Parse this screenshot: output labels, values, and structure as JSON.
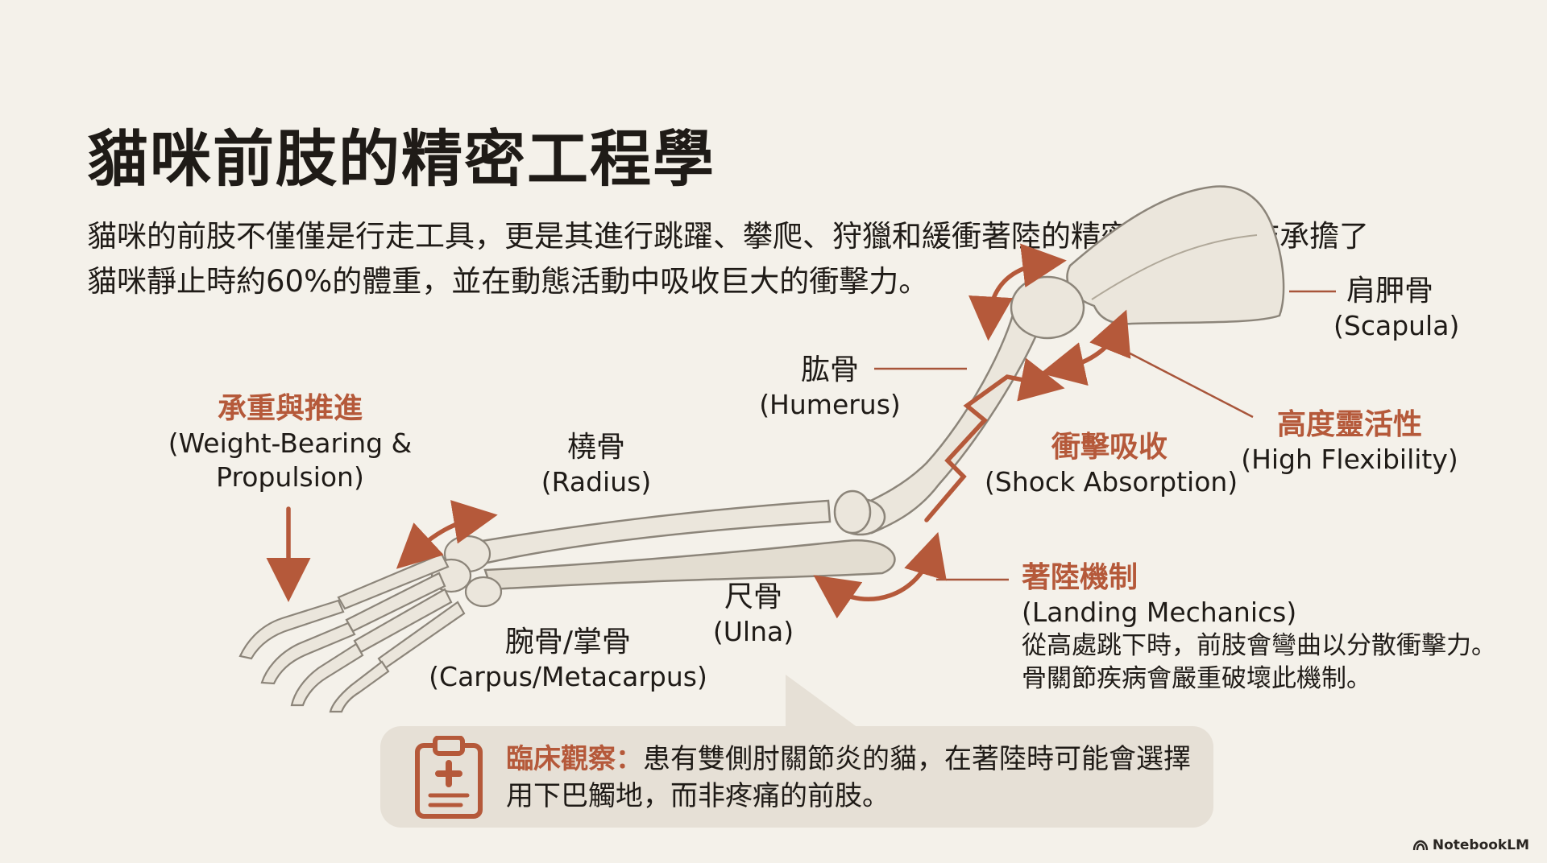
{
  "title": "貓咪前肢的精密工程學",
  "intro": {
    "line1": "貓咪的前肢不僅僅是行走工具，更是其進行跳躍、攀爬、狩獵和緩衝著陸的精密系統。前肢承擔了",
    "line2": "貓咪靜止時約60%的體重，並在動態活動中吸收巨大的衝擊力。"
  },
  "labels": {
    "scapula": {
      "zh": "肩胛骨",
      "en": "(Scapula)"
    },
    "humerus": {
      "zh": "肱骨",
      "en": "(Humerus)"
    },
    "radius": {
      "zh": "橈骨",
      "en": "(Radius)"
    },
    "ulna": {
      "zh": "尺骨",
      "en": "(Ulna)"
    },
    "carpus": {
      "zh": "腕骨/掌骨",
      "en": "(Carpus/Metacarpus)"
    },
    "weight": {
      "zh": "承重與推進",
      "en1": "(Weight-Bearing &",
      "en2": "Propulsion)"
    },
    "flex": {
      "zh": "高度靈活性",
      "en": "(High Flexibility)"
    },
    "shock": {
      "zh": "衝擊吸收",
      "en": "(Shock Absorption)"
    },
    "landing": {
      "zh": "著陸機制",
      "en": "(Landing Mechanics)",
      "note1": "從高處跳下時，前肢會彎曲以分散衝擊力。",
      "note2": "骨關節疾病會嚴重破壞此機制。"
    }
  },
  "clinical": {
    "head": "臨床觀察：",
    "line1": "患有雙側肘關節炎的貓，在著陸時可能會選擇",
    "line2": "用下巴觸地，而非疼痛的前肢。"
  },
  "brand": "NotebookLM",
  "colors": {
    "background": "#f4f1ea",
    "accent": "#b5593a",
    "bone": "#ebe6dc",
    "panel": "#e6e0d6"
  }
}
